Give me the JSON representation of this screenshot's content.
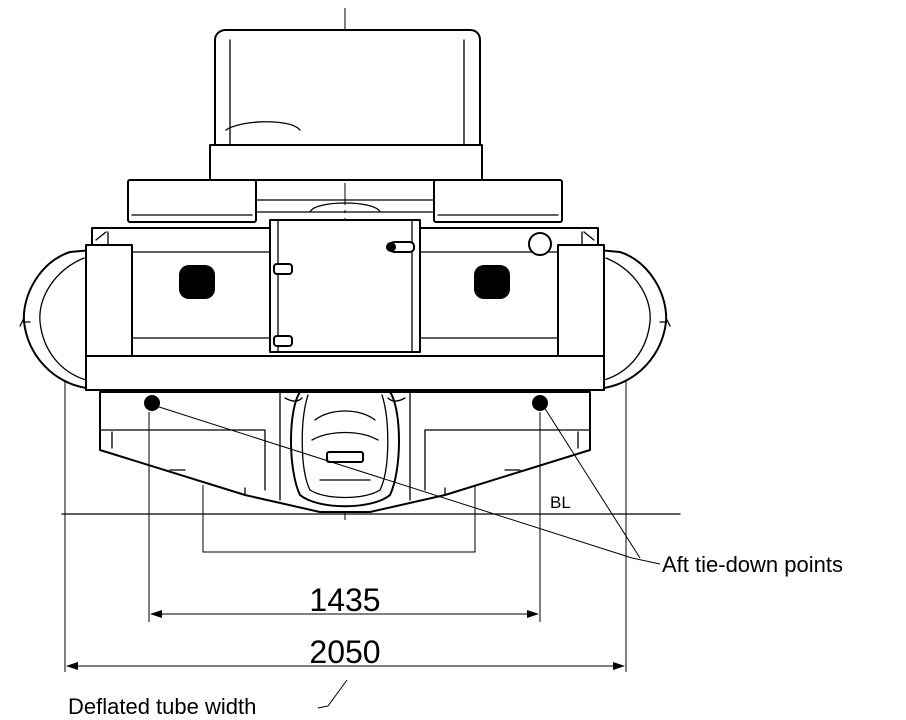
{
  "dimensions": {
    "inner_value": "1435",
    "outer_value": "2050"
  },
  "labels": {
    "baseline": "BL",
    "tie_down": "Aft tie-down points",
    "deflated_width": "Deflated tube width"
  }
}
